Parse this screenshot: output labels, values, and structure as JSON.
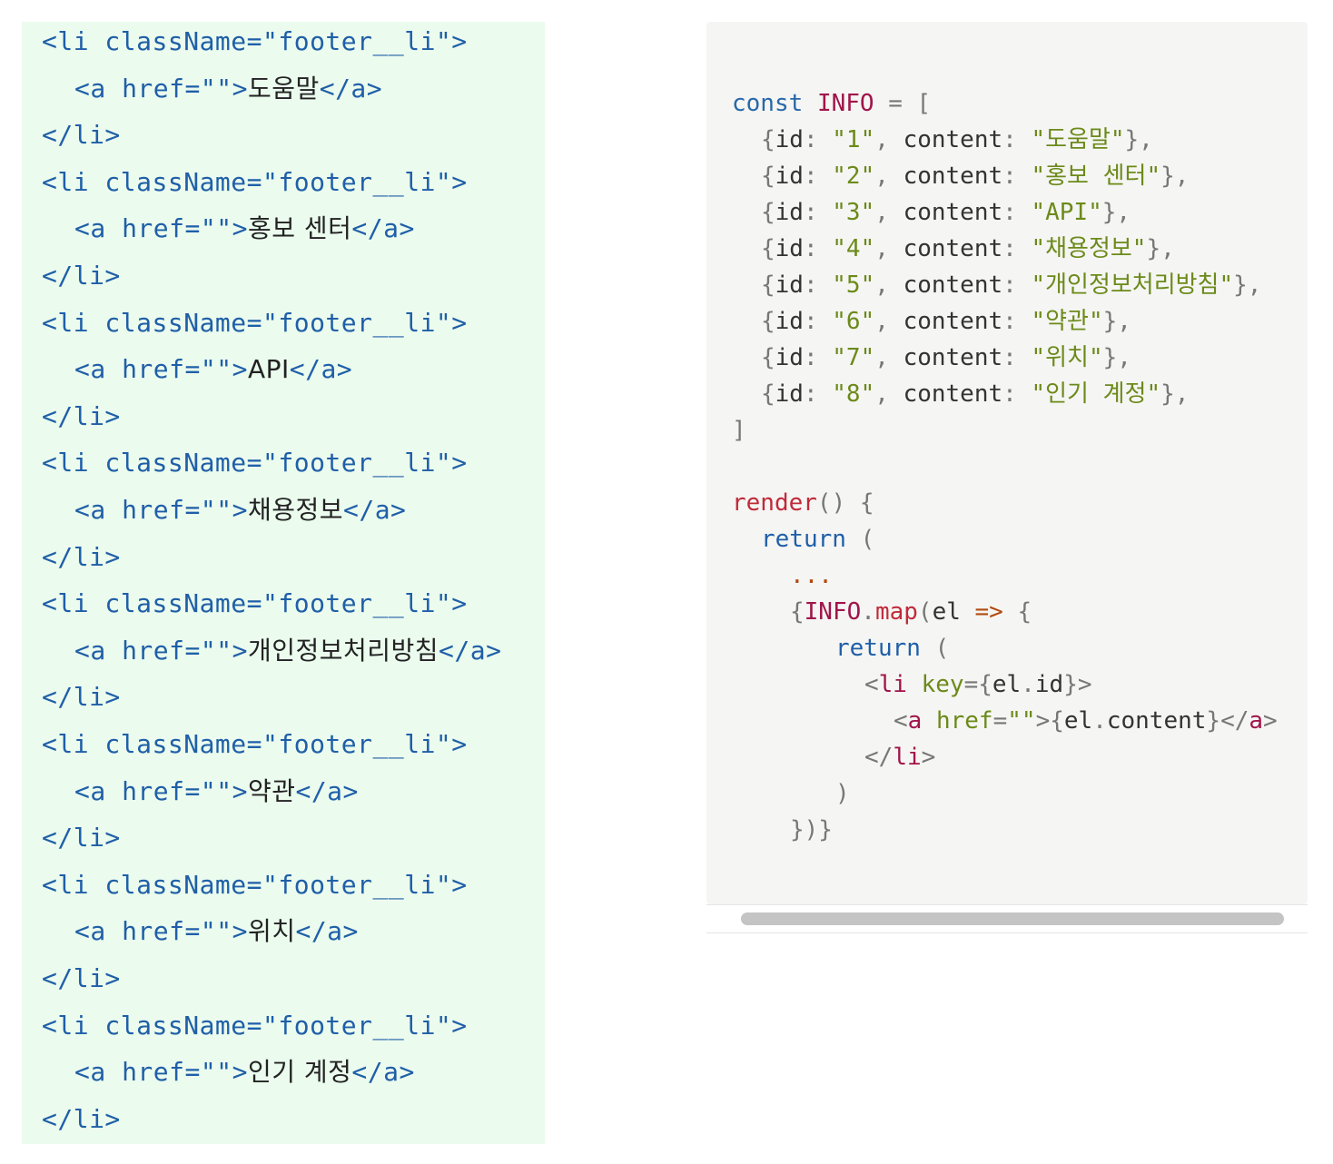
{
  "left_code": {
    "items": [
      {
        "li_open": "<li className=\"footer__li\">",
        "a_text": "도움말",
        "li_close": "</li>"
      },
      {
        "li_open": "<li className=\"footer__li\">",
        "a_text": "홍보 센터",
        "li_close": "</li>"
      },
      {
        "li_open": "<li className=\"footer__li\">",
        "a_text": "API",
        "li_close": "</li>"
      },
      {
        "li_open": "<li className=\"footer__li\">",
        "a_text": "채용정보",
        "li_close": "</li>"
      },
      {
        "li_open": "<li className=\"footer__li\">",
        "a_text": "개인정보처리방침",
        "li_close": "</li>"
      },
      {
        "li_open": "<li className=\"footer__li\">",
        "a_text": "약관",
        "li_close": "</li>"
      },
      {
        "li_open": "<li className=\"footer__li\">",
        "a_text": "위치",
        "li_close": "</li>"
      },
      {
        "li_open": "<li className=\"footer__li\">",
        "a_text": "인기 계정",
        "li_close": "</li>"
      }
    ],
    "a_open": "<a href=\"\">",
    "a_close": "</a>"
  },
  "right_code": {
    "info_items": [
      {
        "id": "\"1\"",
        "content": "\"도움말\""
      },
      {
        "id": "\"2\"",
        "content": "\"홍보 센터\""
      },
      {
        "id": "\"3\"",
        "content": "\"API\""
      },
      {
        "id": "\"4\"",
        "content": "\"채용정보\""
      },
      {
        "id": "\"5\"",
        "content": "\"개인정보처리방침\""
      },
      {
        "id": "\"6\"",
        "content": "\"약관\""
      },
      {
        "id": "\"7\"",
        "content": "\"위치\""
      },
      {
        "id": "\"8\"",
        "content": "\"인기 계정\""
      }
    ]
  },
  "colors": {
    "left_bg": "#ebfbee",
    "right_bg": "#f5f5f3",
    "tag_blue": "#1f5fa8",
    "string_green": "#6c8a1a",
    "keyword_crimson": "#a0154a"
  }
}
